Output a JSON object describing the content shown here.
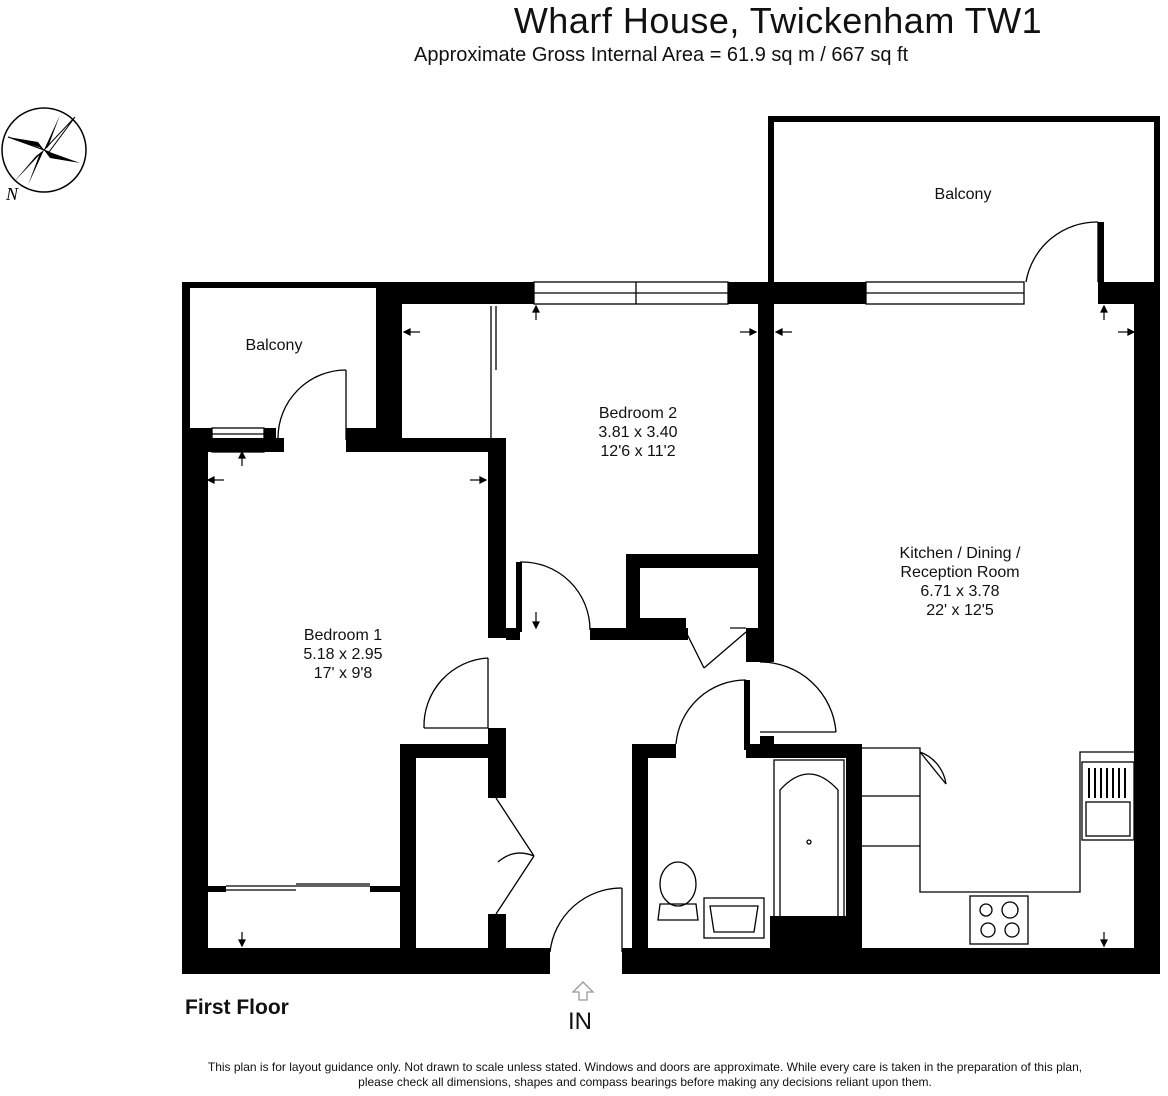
{
  "header": {
    "title": "Wharf House,  Twickenham TW1",
    "subtitle": "Approximate Gross Internal Area = 61.9 sq m / 667 sq ft"
  },
  "compass": {
    "north_label": "N"
  },
  "rooms": {
    "balcony_left": {
      "name": "Balcony"
    },
    "balcony_right": {
      "name": "Balcony"
    },
    "bedroom2": {
      "name": "Bedroom 2",
      "metric": "3.81 x 3.40",
      "imperial": "12'6 x 11'2"
    },
    "bedroom1": {
      "name": "Bedroom 1",
      "metric": "5.18 x 2.95",
      "imperial": "17' x 9'8"
    },
    "kitchen": {
      "name_line1": "Kitchen / Dining /",
      "name_line2": "Reception Room",
      "metric": "6.71 x 3.78",
      "imperial": "22' x 12'5"
    }
  },
  "floor_label": "First Floor",
  "entrance_label": "IN",
  "disclaimer": {
    "line1": "This plan is for layout guidance only. Not drawn to scale unless stated. Windows and doors are approximate. While every care is taken in the preparation of this plan,",
    "line2": "please check all dimensions, shapes and compass bearings before making any decisions reliant upon them."
  },
  "colors": {
    "wall": "#000000",
    "background": "#ffffff",
    "line": "#000000"
  }
}
